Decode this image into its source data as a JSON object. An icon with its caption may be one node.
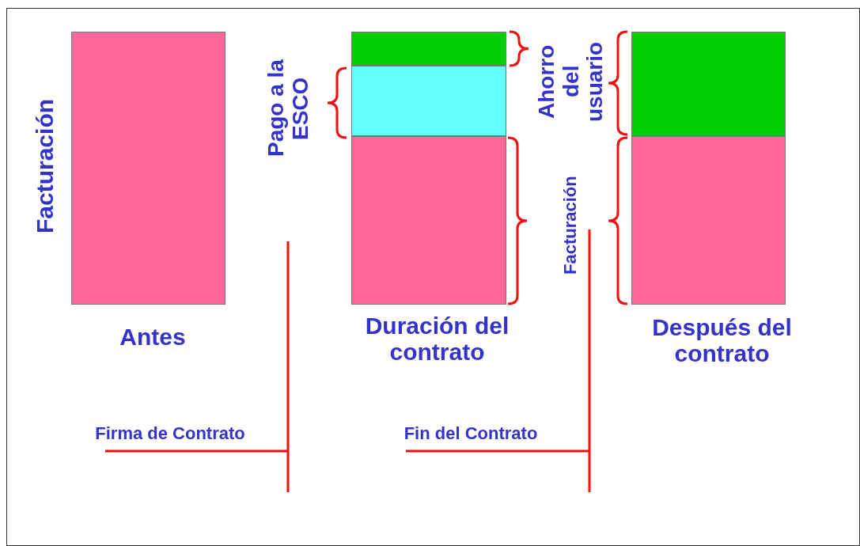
{
  "diagram": {
    "nodes": [
      {
        "text": [],
        "shape": "bar"
      },
      {
        "text": [],
        "shape": "bar"
      },
      {
        "text": [],
        "shape": "bar"
      },
      {
        "text": [],
        "shape": "bar"
      },
      {
        "text": [],
        "shape": "bar"
      },
      {
        "text": [],
        "shape": "bar"
      }
    ],
    "labels": [
      "Facturación",
      "Pago a la ESCO",
      "Ahorro del usuario",
      "Facturación",
      "Antes",
      "Duración del contrato",
      "Después del contrato",
      "Firma de Contrato",
      "Fin del Contrato"
    ]
  }
}
